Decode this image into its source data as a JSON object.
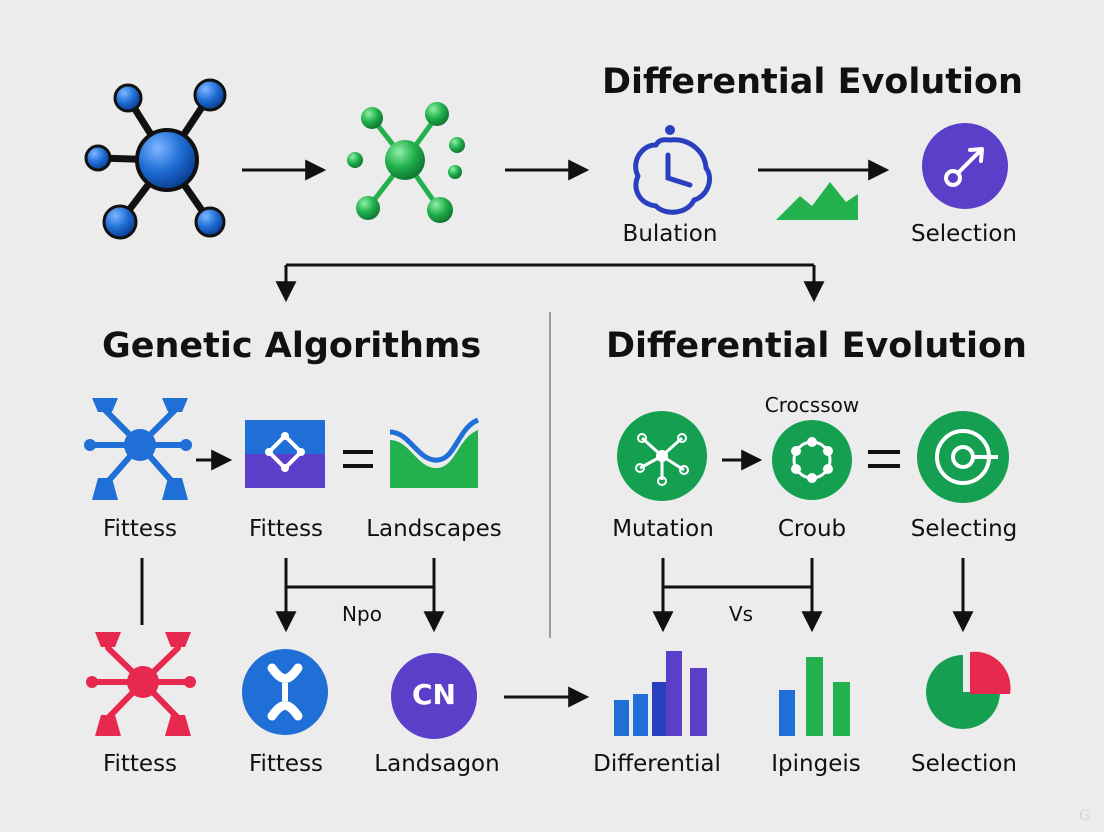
{
  "headings": {
    "top_title": "Differential Evolution",
    "left_section": "Genetic Algorithms",
    "right_section": "Differential Evolution"
  },
  "labels": {
    "top_bulation": "Bulation",
    "top_selection": "Selection",
    "ga_row1_fittess": "Fittess",
    "ga_row1_fittess2": "Fittess",
    "ga_row1_landscapes": "Landscapes",
    "de_crossover": "Crocssow",
    "de_mutation": "Mutation",
    "de_croub": "Croub",
    "de_selecting": "Selecting",
    "ga_npo": "Npo",
    "de_vs": "Vs",
    "ga_row2_fittess": "Fittess",
    "ga_row2_fittess2": "Fittess",
    "ga_row2_landsagon": "Landsagon",
    "de_differential": "Differential",
    "de_ipingeis": "Ipingeis",
    "de_selection": "Selection"
  },
  "icon_text": {
    "cn_badge": "CN"
  },
  "colors": {
    "blue": "#1f6fd6",
    "green": "#22b14c",
    "dark_green": "#14a050",
    "purple": "#5b3fc9",
    "red": "#e8294f",
    "navy": "#2a3fbf",
    "line": "#111111"
  },
  "watermark": "G"
}
